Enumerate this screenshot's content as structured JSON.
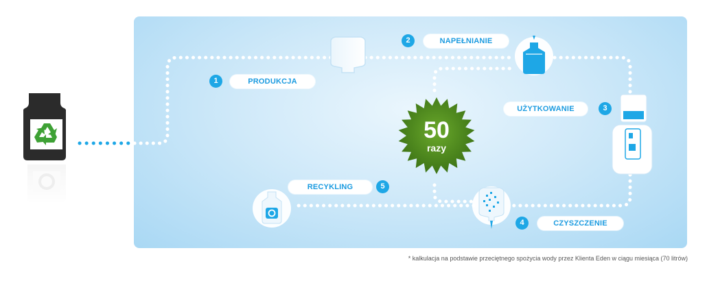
{
  "steps": [
    {
      "num": "1",
      "label": "PRODUKCJA"
    },
    {
      "num": "2",
      "label": "NAPEŁNIANIE"
    },
    {
      "num": "3",
      "label": "UŻYTKOWANIE"
    },
    {
      "num": "4",
      "label": "CZYSZCZENIE"
    },
    {
      "num": "5",
      "label": "RECYKLING"
    }
  ],
  "center": {
    "value": "50",
    "unit": "razy"
  },
  "footnote": "* kalkulacja na podstawie przeciętnego spożycia wody przez Klienta Eden w ciągu miesiąca (70 litrów)",
  "colors": {
    "accent": "#1ea7e6",
    "burst": "#4e8a1f",
    "dots": "#ffffff",
    "left_dots": "#1ea7e6"
  },
  "icons": [
    "recycle-bottle-icon",
    "empty-bottle-icon",
    "filled-bottle-icon",
    "water-cooler-icon",
    "washing-bottle-icon",
    "recycling-bottle-icon"
  ]
}
